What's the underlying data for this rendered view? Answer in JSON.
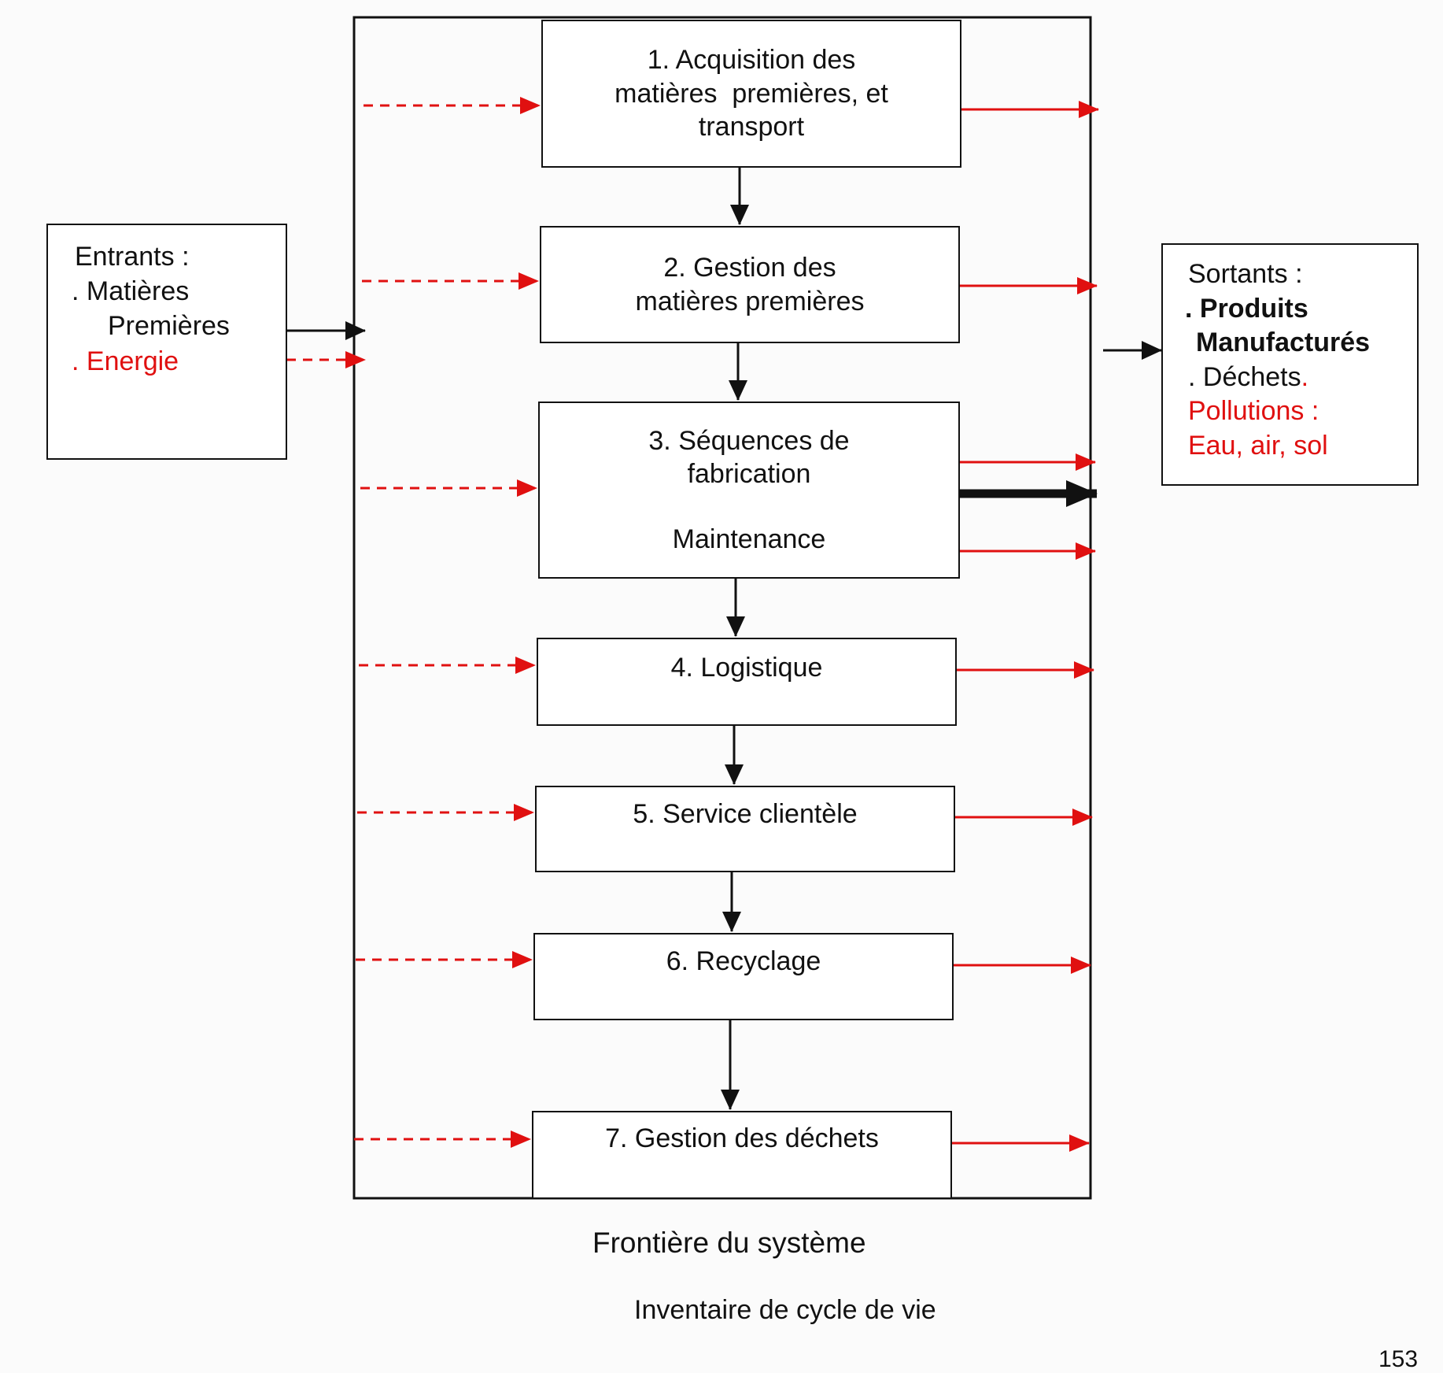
{
  "colors": {
    "ink": "#111111",
    "accent_red": "#e01010"
  },
  "steps": [
    {
      "lines": [
        "1. Acquisition des",
        "matières  premières, et",
        "transport"
      ]
    },
    {
      "lines": [
        "2. Gestion des",
        "matières premières"
      ]
    },
    {
      "lines": [
        "3. Séquences de",
        "fabrication",
        "",
        "Maintenance"
      ]
    },
    {
      "lines": [
        "4. Logistique"
      ]
    },
    {
      "lines": [
        "5. Service clientèle"
      ]
    },
    {
      "lines": [
        "6. Recyclage"
      ]
    },
    {
      "lines": [
        "7. Gestion des déchets"
      ]
    }
  ],
  "inputs": {
    "title": "Entrants :",
    "item1_line1": ". Matières",
    "item1_line2": "Premières",
    "item2": ". Energie"
  },
  "outputs": {
    "title": "Sortants :",
    "item1_line1": ". Produits",
    "item1_line2": "Manufacturés",
    "item2": ". Déchets",
    "item2_dot": ".",
    "item3_line1": "Pollutions :",
    "item3_line2": "Eau, air, sol"
  },
  "boundary_label": "Frontière du système",
  "caption": "Inventaire de cycle de vie",
  "page_number": "153"
}
